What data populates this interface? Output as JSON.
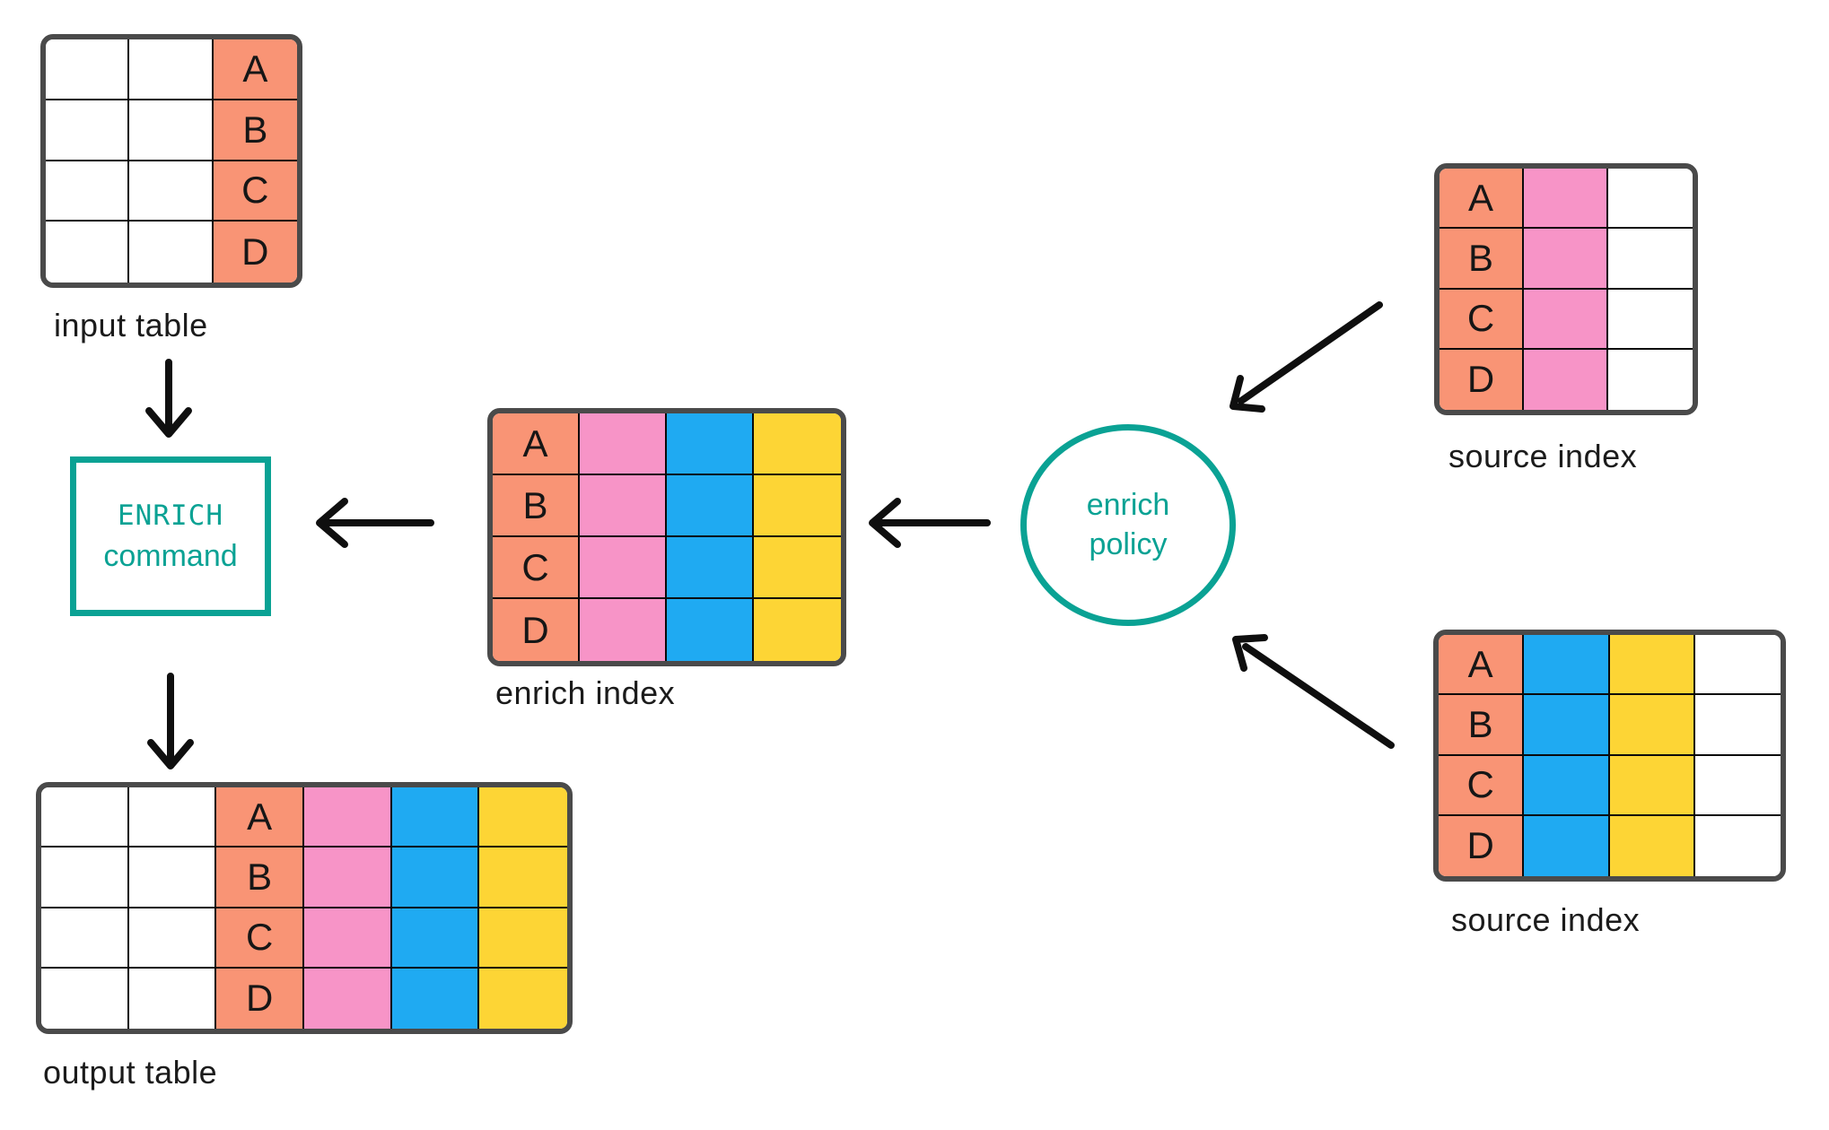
{
  "colors": {
    "white": "#ffffff",
    "salmon": "#F99475",
    "pink": "#F794C7",
    "blue": "#1FAAF2",
    "yellow": "#FDD535",
    "teal": "#0AA294",
    "table_border": "#4A4A4A",
    "grid_line": "#0a0a0a",
    "label_text": "#1b1b1b",
    "arrow": "#0f0f0f"
  },
  "tables": {
    "input": {
      "label": "input table",
      "row_labels": [
        "A",
        "B",
        "C",
        "D"
      ],
      "columns": [
        "white",
        "white",
        "salmon"
      ],
      "label_column": 2
    },
    "enrich_index": {
      "label": "enrich index",
      "row_labels": [
        "A",
        "B",
        "C",
        "D"
      ],
      "columns": [
        "salmon",
        "pink",
        "blue",
        "yellow"
      ],
      "label_column": 0
    },
    "source_top": {
      "label": "source index",
      "row_labels": [
        "A",
        "B",
        "C",
        "D"
      ],
      "columns": [
        "salmon",
        "pink",
        "white"
      ],
      "label_column": 0
    },
    "source_bottom": {
      "label": "source index",
      "row_labels": [
        "A",
        "B",
        "C",
        "D"
      ],
      "columns": [
        "salmon",
        "blue",
        "yellow",
        "white"
      ],
      "label_column": 0
    },
    "output": {
      "label": "output table",
      "row_labels": [
        "A",
        "B",
        "C",
        "D"
      ],
      "columns": [
        "white",
        "white",
        "salmon",
        "pink",
        "blue",
        "yellow"
      ],
      "label_column": 2
    }
  },
  "nodes": {
    "enrich_command": {
      "line1": "ENRICH",
      "line2": "command"
    },
    "enrich_policy": {
      "line1": "enrich",
      "line2": "policy"
    }
  }
}
